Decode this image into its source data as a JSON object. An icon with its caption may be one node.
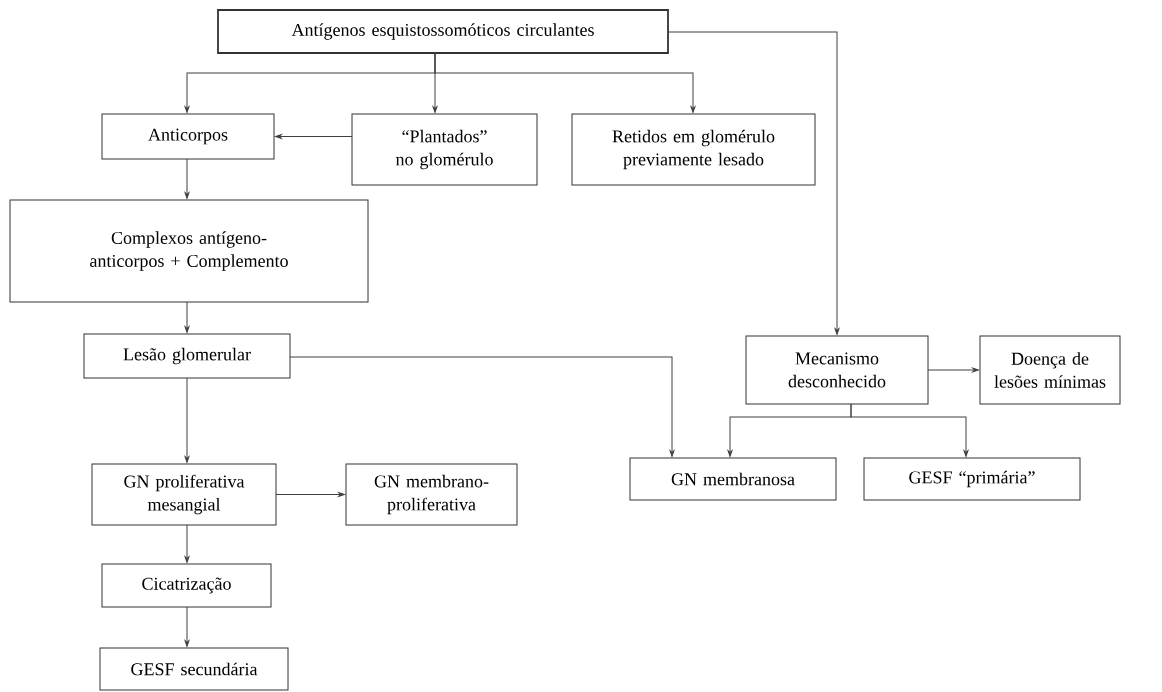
{
  "diagram": {
    "nodes": [
      {
        "text": [
          "Antígenos esquistossomóticos circulantes"
        ]
      },
      {
        "text": [
          "Anticorpos"
        ]
      },
      {
        "text": [
          "“Plantados” no glomérulo"
        ]
      },
      {
        "text": [
          "Retidos em glomérulo previamente lesado"
        ]
      },
      {
        "text": [
          "Complexos antígeno-anticorpos + Complemento"
        ]
      },
      {
        "text": [
          "Lesão glomerular"
        ]
      },
      {
        "text": [
          "Mecanismo desconhecido"
        ]
      },
      {
        "text": [
          "Doença de lesões mínimas"
        ]
      },
      {
        "text": [
          "GN proliferativa mesangial"
        ]
      },
      {
        "text": [
          "GN membrano-proliferativa"
        ]
      },
      {
        "text": [
          "GN membranosa"
        ]
      },
      {
        "text": [
          "GESF “primária”"
        ]
      },
      {
        "text": [
          "Cicatrização"
        ]
      },
      {
        "text": [
          "GESF secundária"
        ]
      }
    ],
    "edges": [
      {
        "from": 0,
        "to": 1,
        "arrow": "to"
      },
      {
        "from": 0,
        "to": 2,
        "arrow": "to"
      },
      {
        "from": 0,
        "to": 3,
        "arrow": "to"
      },
      {
        "from": 0,
        "to": 6,
        "arrow": "to"
      },
      {
        "from": 2,
        "to": 1,
        "arrow": "to"
      },
      {
        "from": 1,
        "to": 4,
        "arrow": "to"
      },
      {
        "from": 4,
        "to": 5,
        "arrow": "to"
      },
      {
        "from": 5,
        "to": 10,
        "arrow": "to"
      },
      {
        "from": 5,
        "to": 8,
        "arrow": "to"
      },
      {
        "from": 8,
        "to": 9,
        "arrow": "to"
      },
      {
        "from": 8,
        "to": 12,
        "arrow": "to"
      },
      {
        "from": 12,
        "to": 13,
        "arrow": "to"
      },
      {
        "from": 6,
        "to": 7,
        "arrow": "to"
      },
      {
        "from": 6,
        "to": 10,
        "arrow": "to"
      },
      {
        "from": 6,
        "to": 11,
        "arrow": "to"
      }
    ]
  }
}
